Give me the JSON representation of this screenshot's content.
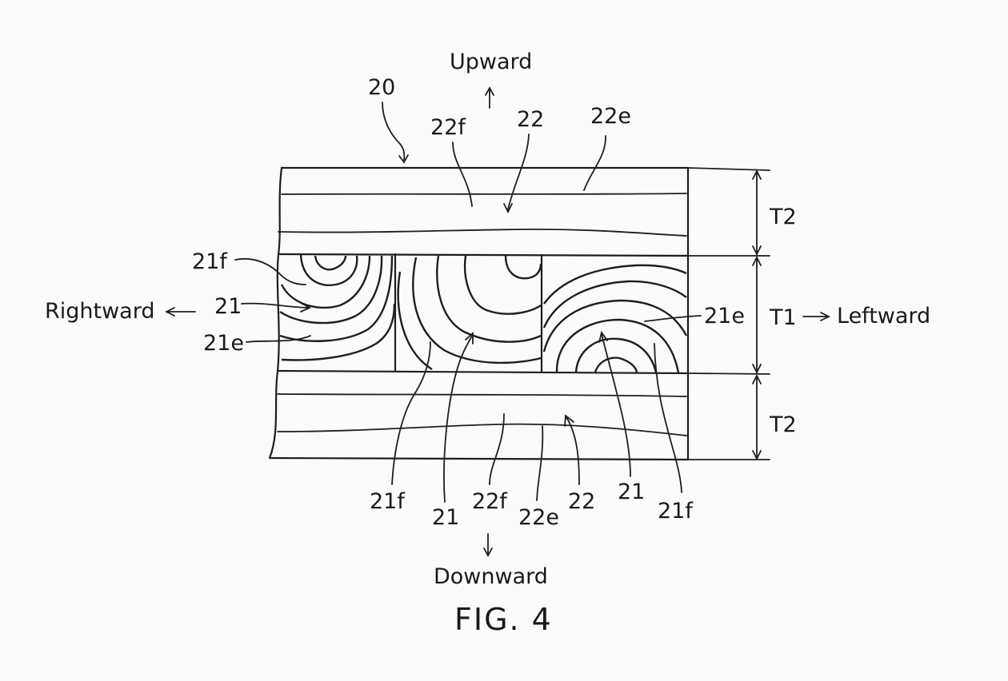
{
  "figure": {
    "caption": "FIG. 4",
    "directions": {
      "up": "Upward",
      "down": "Downward",
      "right": "Rightward",
      "left": "Leftward"
    },
    "labels": {
      "board": "20",
      "layer_top": "22",
      "layer_top_face": "22f",
      "layer_top_edge": "22e",
      "core_face_left": "21f",
      "core_left": "21",
      "core_edge_left": "21e",
      "core_edge_right": "21e",
      "bottom_21f_a": "21f",
      "bottom_21_a": "21",
      "bottom_22f": "22f",
      "bottom_22e": "22e",
      "bottom_22": "22",
      "bottom_21_b": "21",
      "bottom_21f_b": "21f",
      "thickness_top": "T2",
      "thickness_mid": "T1",
      "thickness_bottom": "T2"
    }
  }
}
